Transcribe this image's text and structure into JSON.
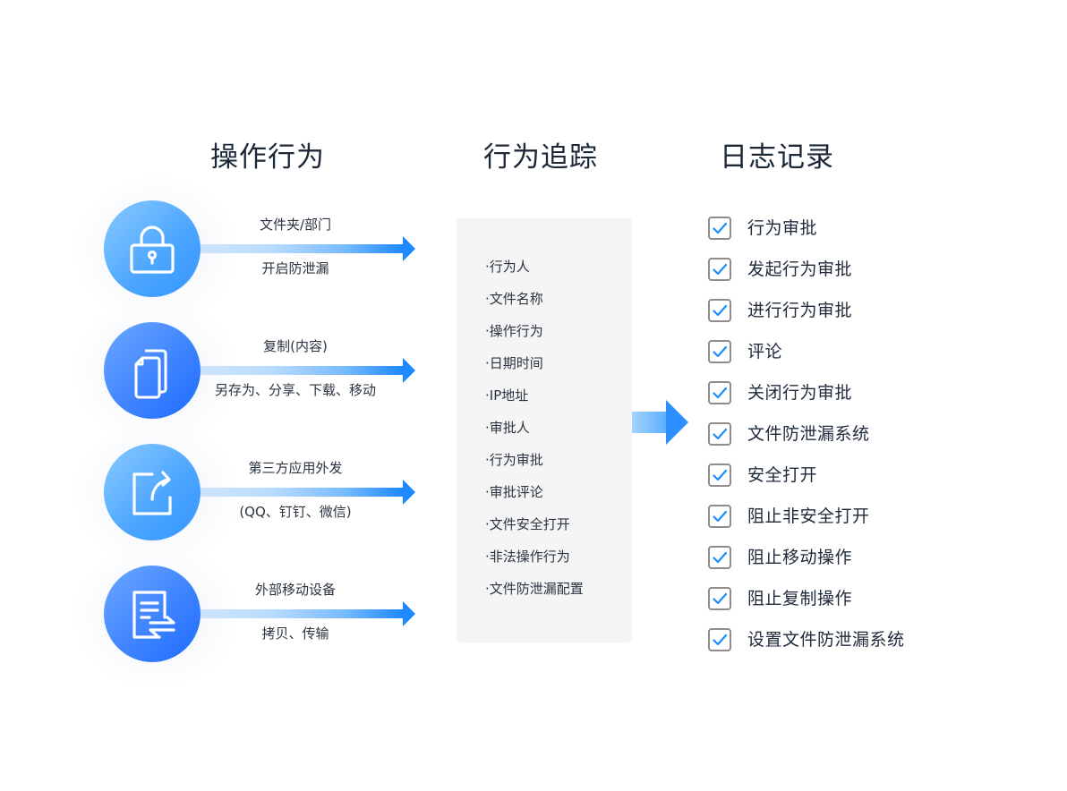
{
  "columns": {
    "operations": "操作行为",
    "tracking": "行为追踪",
    "logging": "日志记录"
  },
  "operations": [
    {
      "icon": "lock-icon",
      "top_label": "文件夹/部门",
      "bottom_label": "开启防泄漏"
    },
    {
      "icon": "copy-documents-icon",
      "top_label": "复制(内容)",
      "bottom_label": "另存为、分享、下载、移动"
    },
    {
      "icon": "share-external-icon",
      "top_label": "第三方应用外发",
      "bottom_label": "(QQ、钉钉、微信)"
    },
    {
      "icon": "document-transfer-icon",
      "top_label": "外部移动设备",
      "bottom_label": "拷贝、传输"
    }
  ],
  "tracking_items": [
    "·行为人",
    "·文件名称",
    "·操作行为",
    "·日期时间",
    "·IP地址",
    "·审批人",
    "·行为审批",
    "·审批评论",
    "·文件安全打开",
    "·非法操作行为",
    "·文件防泄漏配置"
  ],
  "log_items": [
    {
      "label": "行为审批",
      "checked": true
    },
    {
      "label": "发起行为审批",
      "checked": true
    },
    {
      "label": "进行行为审批",
      "checked": true
    },
    {
      "label": "评论",
      "checked": true
    },
    {
      "label": "关闭行为审批",
      "checked": true
    },
    {
      "label": "文件防泄漏系统",
      "checked": true
    },
    {
      "label": "安全打开",
      "checked": true
    },
    {
      "label": "阻止非安全打开",
      "checked": true
    },
    {
      "label": "阻止移动操作",
      "checked": true
    },
    {
      "label": "阻止复制操作",
      "checked": true
    },
    {
      "label": "设置文件防泄漏系统",
      "checked": true
    }
  ],
  "colors": {
    "accent": "#1e88ff",
    "check": "#1a8cff",
    "panel": "#f5f5f5",
    "title": "#1b2838"
  }
}
